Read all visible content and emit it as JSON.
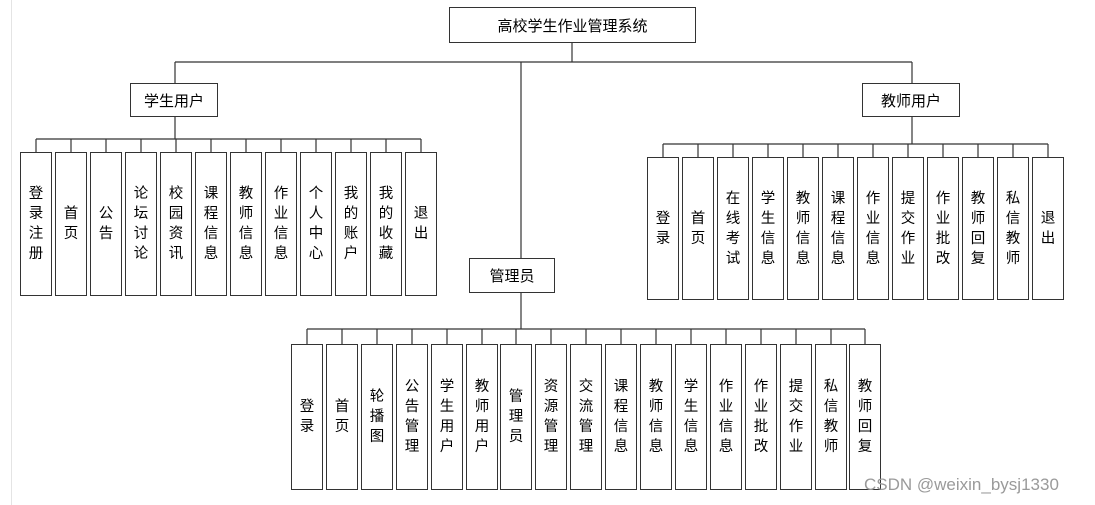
{
  "root": {
    "label": "高校学生作业管理系统"
  },
  "groups": [
    {
      "id": "student",
      "label": "学生用户",
      "items": [
        "登录注册",
        "首页",
        "公告",
        "论坛讨论",
        "校园资讯",
        "课程信息",
        "教师信息",
        "作业信息",
        "个人中心",
        "我的账户",
        "我的收藏",
        "退出"
      ]
    },
    {
      "id": "teacher",
      "label": "教师用户",
      "items": [
        "登录",
        "首页",
        "在线考试",
        "学生信息",
        "教师信息",
        "课程信息",
        "作业信息",
        "提交作业",
        "作业批改",
        "教师回复",
        "私信教师",
        "退出"
      ]
    },
    {
      "id": "admin",
      "label": "管理员",
      "items": [
        "登录",
        "首页",
        "轮播图",
        "公告管理",
        "学生用户",
        "教师用户",
        "管理员",
        "资源管理",
        "交流管理",
        "课程信息",
        "教师信息",
        "学生信息",
        "作业信息",
        "作业批改",
        "提交作业",
        "私信教师",
        "教师回复"
      ]
    }
  ],
  "watermark": "CSDN @weixin_bysj1330",
  "colors": {
    "line": "#333333",
    "box_border": "#333333",
    "watermark": "#9a9a9a",
    "background": "#ffffff"
  }
}
